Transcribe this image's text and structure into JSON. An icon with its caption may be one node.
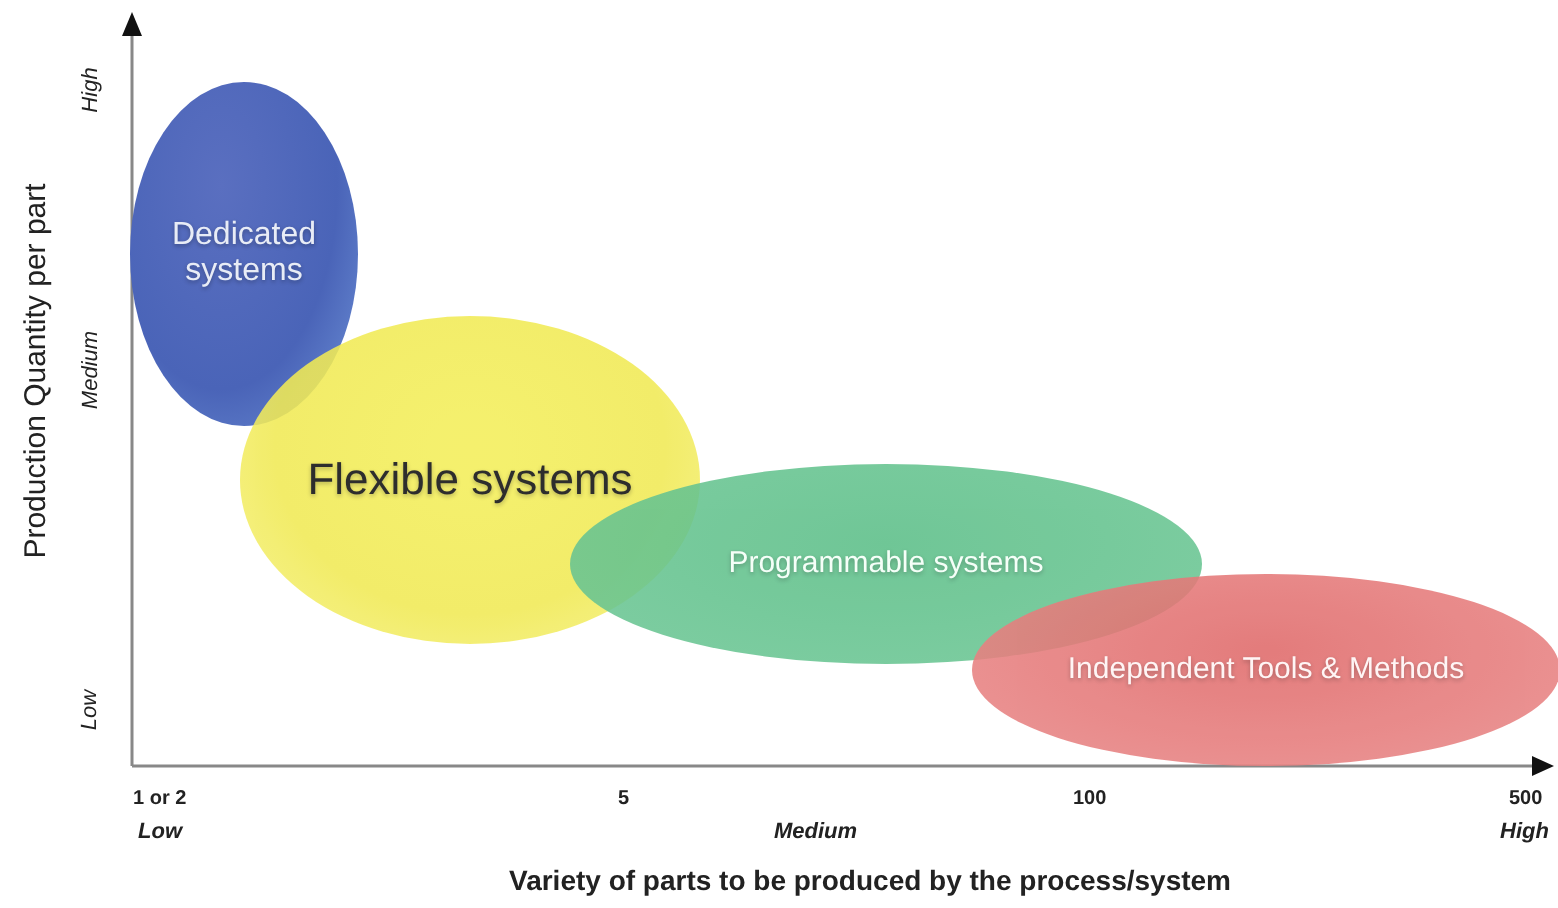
{
  "diagram": {
    "nodes": [
      {
        "text": [
          "Dedicated systems"
        ]
      },
      {
        "text": [
          "Flexible systems"
        ]
      },
      {
        "text": [
          "Programmable systems"
        ]
      },
      {
        "text": [
          "Independent Tools & Methods"
        ]
      }
    ],
    "labels": [
      "Production Quantity per part",
      "High",
      "Medium",
      "Low",
      "1 or 2",
      "5",
      "100",
      "500",
      "Low",
      "Medium",
      "High",
      "Variety of parts to be produced by the process/system"
    ]
  }
}
